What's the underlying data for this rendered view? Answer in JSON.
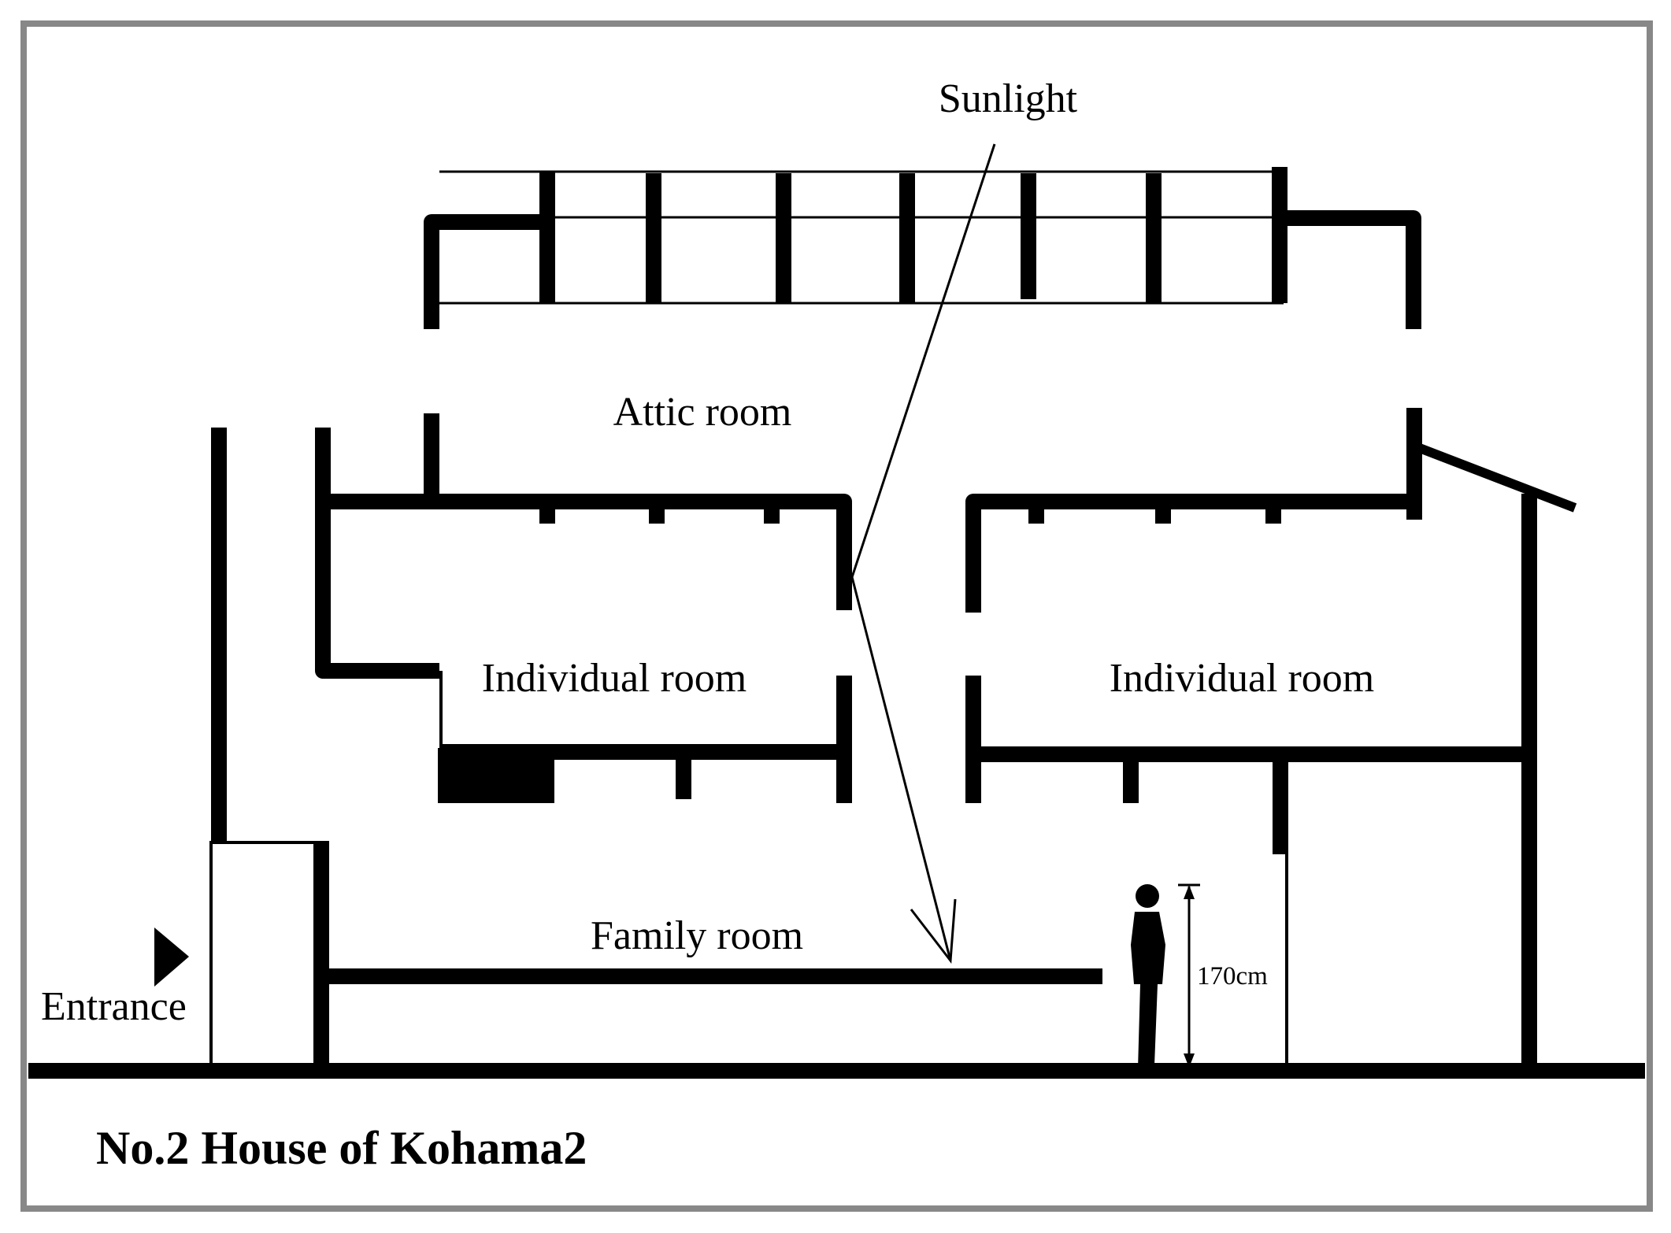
{
  "labels": {
    "sunlight": "Sunlight",
    "attic_room": "Attic room",
    "individual_room_left": "Individual room",
    "individual_room_right": "Individual room",
    "family_room": "Family room",
    "entrance": "Entrance",
    "height_measure": "170cm",
    "title": "No.2 House of Kohama2"
  },
  "colors": {
    "frame_border": "#888888",
    "ink": "#000000",
    "background": "#ffffff"
  }
}
